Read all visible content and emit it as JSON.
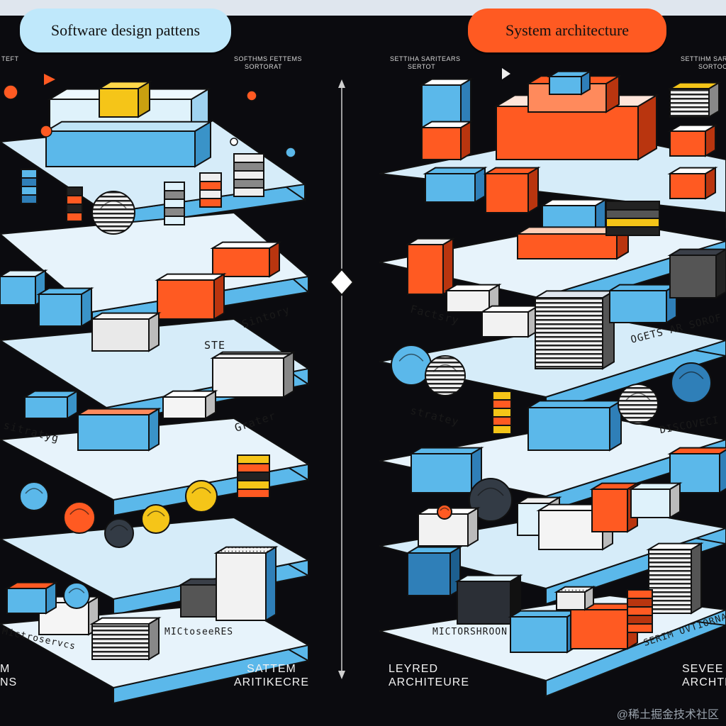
{
  "header": {
    "left_title": "Software design pattens",
    "right_title": "System architecture"
  },
  "tiny_text": {
    "left_top_a": "SOFTHMS FETTEMS",
    "left_top_b": "SORTORAT",
    "left_edge": "TEFT",
    "right_top_a": "SETTIHA SARITEARS",
    "right_top_b": "SERTOT",
    "right_top_c": "SETTIHM SARITTA",
    "right_top_d": "SORTOCE"
  },
  "left_panel": {
    "tier_labels": {
      "ste": "STE",
      "sintory": "Sintory",
      "strateyg": "sitratyg",
      "grater": "Grater",
      "microservices_a": "Mictroservcs",
      "microservices_b": "MICtoseeRES"
    },
    "bottom_left": "M\nNS",
    "bottom_right": "SATTEM\nARITIKECRE"
  },
  "right_panel": {
    "tier_labels": {
      "factory": "Factsry",
      "ogets": "OGETS AR SOROF",
      "strategy": "stratey",
      "discover": "DISCOVECI",
      "microservices": "MICTORSHROON",
      "serm": "SERIM OVTIORNAL"
    },
    "bottom_left": "LEYRED\nARCHITEURE",
    "bottom_right": "SEVEE\nARCHTE"
  },
  "watermark": "@稀土掘金技术社区",
  "colors": {
    "background": "#0b0b0f",
    "sky_blue": "#5bb8ea",
    "pale_blue": "#dff2fb",
    "orange": "#ff5a22",
    "yellow": "#f5c518",
    "charcoal": "#2b2f36"
  },
  "icons": [
    "diamond-icon",
    "arrow-up-icon",
    "arrow-down-icon",
    "triangle-pointer-icon"
  ]
}
